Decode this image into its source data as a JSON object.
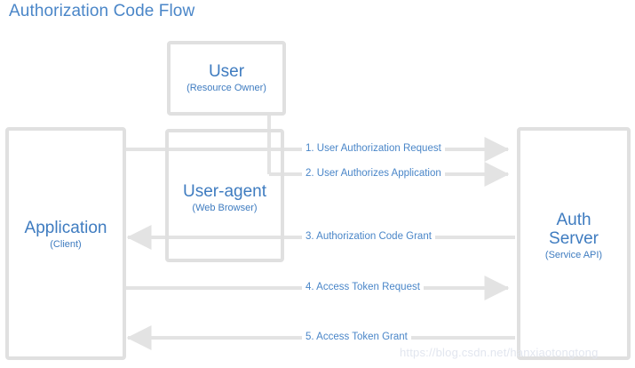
{
  "title": "Authorization Code Flow",
  "theme": {
    "accent_blue": "#3f7cc0",
    "title_blue": "#4a86c8",
    "box_border": "#e0e0e0",
    "line_gray": "#e3e3e3",
    "background": "#ffffff",
    "watermark_color": "#e2e6ef"
  },
  "nodes": [
    {
      "id": "user",
      "name": "User",
      "sub": "(Resource Owner)"
    },
    {
      "id": "application",
      "name": "Application",
      "sub": "(Client)"
    },
    {
      "id": "user-agent",
      "name": "User-agent",
      "sub": "(Web Browser)"
    },
    {
      "id": "auth-server",
      "name_line1": "Auth",
      "name_line2": "Server",
      "sub": "(Service API)"
    }
  ],
  "flows": [
    {
      "step": "1.",
      "label": "1.  User Authorization Request",
      "direction": "right"
    },
    {
      "step": "2.",
      "label": "2. User Authorizes Application",
      "direction": "right"
    },
    {
      "step": "3.",
      "label": "3. Authorization Code Grant",
      "direction": "left"
    },
    {
      "step": "4.",
      "label": "4. Access Token Request",
      "direction": "right"
    },
    {
      "step": "5.",
      "label": "5. Access Token Grant",
      "direction": "left"
    }
  ],
  "watermark": "https://blog.csdn.net/hanxiaotongtong"
}
